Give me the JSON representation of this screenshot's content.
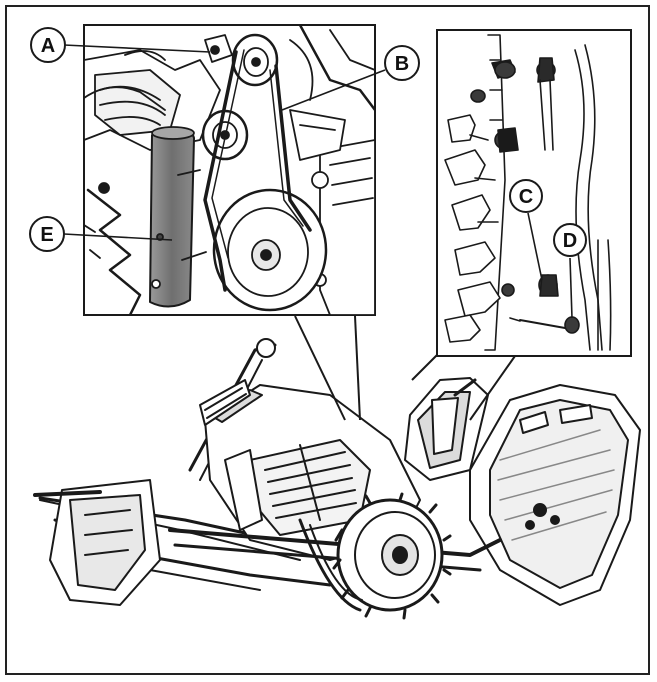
{
  "diagram": {
    "callouts": [
      {
        "id": "A",
        "label": "A"
      },
      {
        "id": "B",
        "label": "B"
      },
      {
        "id": "C",
        "label": "C"
      },
      {
        "id": "D",
        "label": "D"
      },
      {
        "id": "E",
        "label": "E"
      }
    ],
    "colors": {
      "line": "#1a1a1a",
      "guard": "#7d7d7d",
      "panel_bg": "#ffffff",
      "frame": "#222222"
    }
  }
}
